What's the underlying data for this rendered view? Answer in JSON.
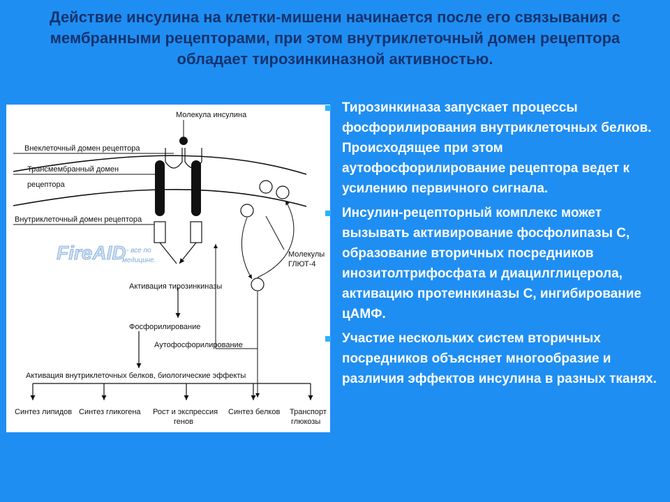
{
  "title": "Действие инсулина на клетки-мишени начинается после его связывания с мембранными рецепторами, при этом внутриклеточный домен рецептора обладает тирозинкиназной активностью.",
  "diagram": {
    "insulin_molecule": "Молекула инсулина",
    "extracellular_domain": "Внеклеточный домен рецептора",
    "transmembrane_domain_1": "Трансмембранный домен",
    "transmembrane_domain_2": "рецептора",
    "intracellular_domain": "Внутриклеточный домен рецептора",
    "glut4_1": "Молекулы",
    "glut4_2": "ГЛЮТ-4",
    "watermark_logo": "FireAID",
    "watermark_tag_1": "- все по",
    "watermark_tag_2": "медицине.",
    "tyrosine_kinase_activation": "Активация тирозинкиназы",
    "phosphorylation": "Фосфорилирование",
    "autophosphorylation": "Аутофосфорилирование",
    "activation_effects": "Активация внутриклеточных белков, биологические эффекты",
    "outcomes": [
      {
        "line1": "Синтез липидов",
        "line2": ""
      },
      {
        "line1": "Синтез гликогена",
        "line2": ""
      },
      {
        "line1": "Рост и экспрессия",
        "line2": "генов"
      },
      {
        "line1": "Синтез белков",
        "line2": ""
      },
      {
        "line1": "Транспорт",
        "line2": "глюкозы"
      }
    ]
  },
  "bullets": [
    "Тирозинкиназа  запускает процессы фосфорилирования внутриклеточных белков. Происходящее при этом аутофосфорилирование рецептора ведет к усилению первичного сигнала.",
    "Инсулин-рецепторный комплекс может вызывать активирование фосфолипазы С, образование вторичных посредников инозитолтрифосфата и диацилглицерола, активацию протеинкиназы С, ингибирование цАМФ.",
    "Участие нескольких систем вторичных посредников объясняет многообразие и различия эффектов инсулина в разных тканях."
  ],
  "colors": {
    "background": "#1f8ef2",
    "title": "#14336e",
    "text": "#ffffff",
    "bullet": "#2ab1ff"
  }
}
